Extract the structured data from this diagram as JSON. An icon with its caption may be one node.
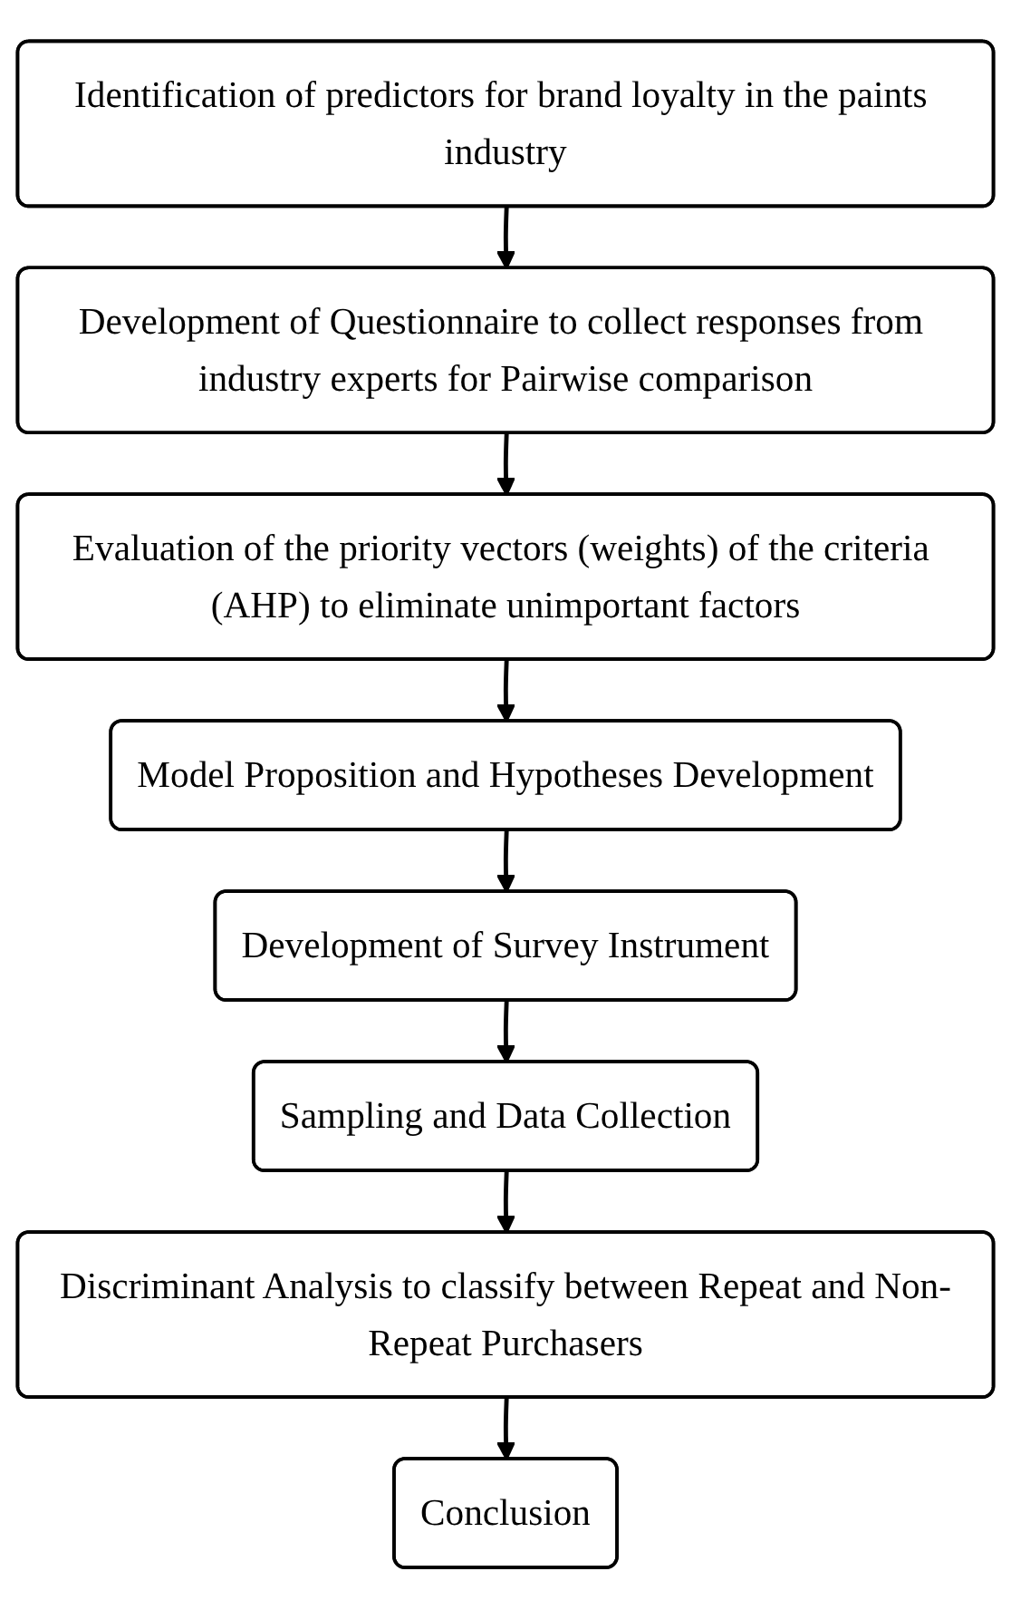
{
  "diagram": {
    "nodes": [
      {
        "text": [
          "Identification of predictors for brand loyalty in the paints industry"
        ]
      },
      {
        "text": [
          "Development of Questionnaire to collect responses from industry experts for Pairwise comparison"
        ]
      },
      {
        "text": [
          "Evaluation of the priority vectors (weights) of the criteria (AHP) to eliminate unimportant factors"
        ]
      },
      {
        "text": [
          "Model Proposition and Hypotheses Development"
        ]
      },
      {
        "text": [
          "Development of Survey Instrument"
        ]
      },
      {
        "text": [
          "Sampling and Data Collection"
        ]
      },
      {
        "text": [
          "Discriminant Analysis to classify between Repeat and Non-Repeat Purchasers"
        ]
      },
      {
        "text": [
          "Conclusion"
        ]
      }
    ],
    "edges": [
      {
        "from": 0,
        "to": 1,
        "arrow": "to"
      },
      {
        "from": 1,
        "to": 2,
        "arrow": "to"
      },
      {
        "from": 2,
        "to": 3,
        "arrow": "to"
      },
      {
        "from": 3,
        "to": 4,
        "arrow": "to"
      },
      {
        "from": 4,
        "to": 5,
        "arrow": "to"
      },
      {
        "from": 5,
        "to": 6,
        "arrow": "to"
      },
      {
        "from": 6,
        "to": 7,
        "arrow": "to"
      }
    ]
  }
}
